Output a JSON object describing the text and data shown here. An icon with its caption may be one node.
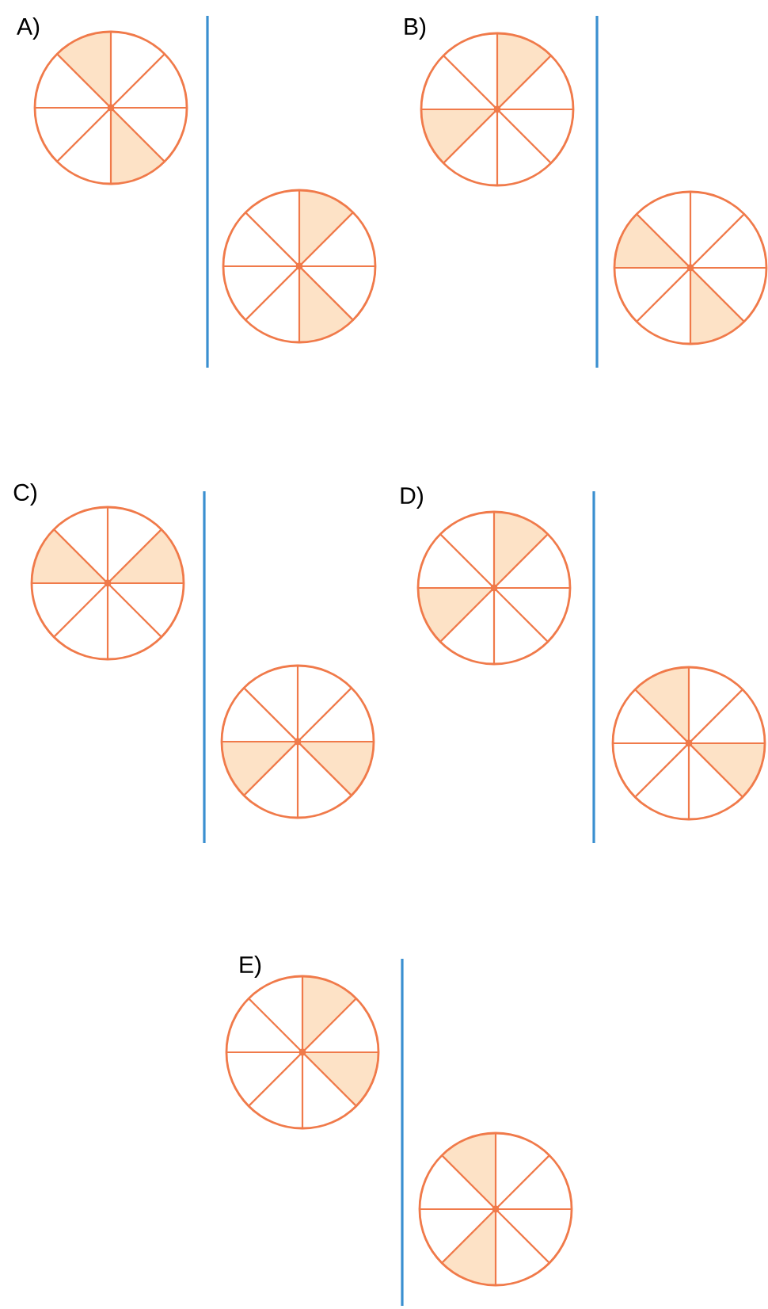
{
  "diagram": {
    "nodes": [
      {
        "text": [],
        "shape": "circle"
      },
      {
        "text": [],
        "shape": "circle"
      },
      {
        "text": [],
        "shape": "circle"
      },
      {
        "text": [],
        "shape": "circle"
      },
      {
        "text": [],
        "shape": "circle"
      },
      {
        "text": [],
        "shape": "circle"
      },
      {
        "text": [],
        "shape": "circle"
      },
      {
        "text": [],
        "shape": "circle"
      },
      {
        "text": [],
        "shape": "circle"
      },
      {
        "text": [],
        "shape": "circle"
      }
    ],
    "labels": [
      "A)",
      "B)",
      "C)",
      "D)",
      "E)"
    ]
  }
}
